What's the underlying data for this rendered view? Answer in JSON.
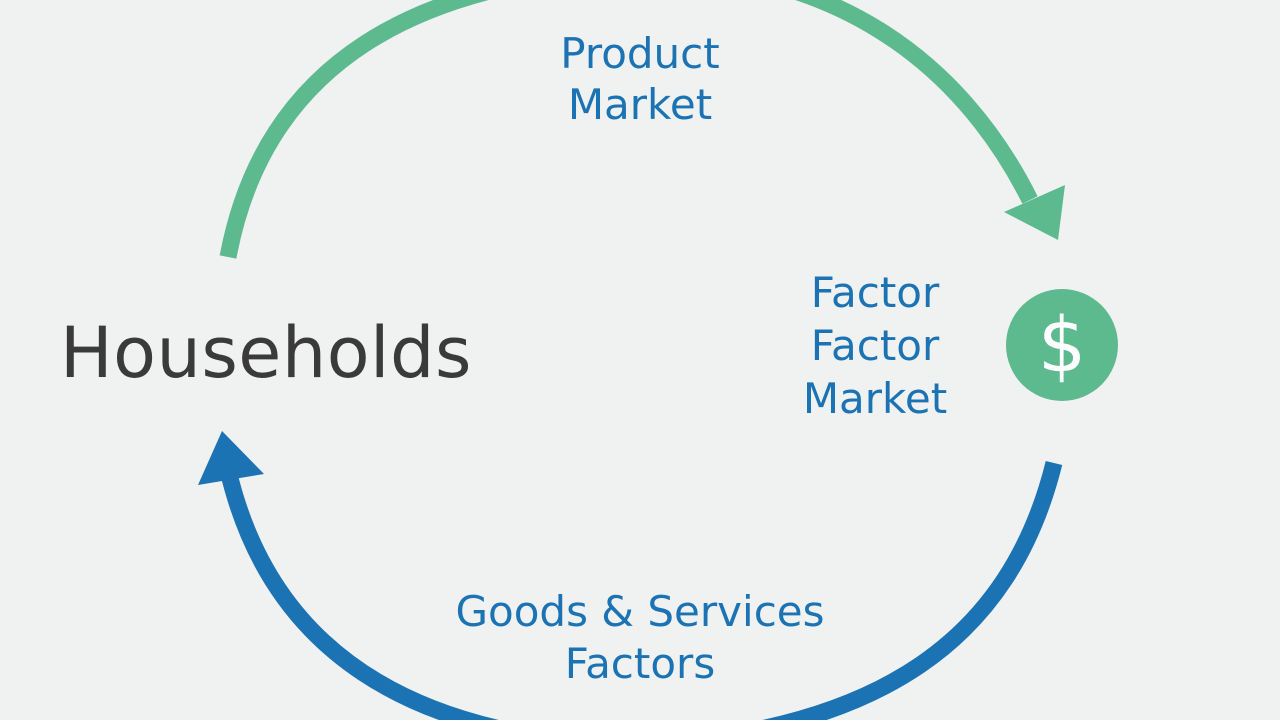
{
  "diagram": {
    "households": "Households",
    "product_market": {
      "line1": "Product",
      "line2": "Market"
    },
    "factor_market": {
      "line1": "Factor",
      "line2": "Factor",
      "line3": "Market"
    },
    "goods_services": {
      "line1": "Goods & Services",
      "line2": "Factors"
    },
    "dollar_icon_glyph": "$",
    "colors": {
      "green_arrow": "#5dba8f",
      "blue_arrow": "#1b73b3",
      "label_blue": "#1b73b3",
      "households_text": "#3a3a3a",
      "background": "#f0f1f1"
    }
  }
}
